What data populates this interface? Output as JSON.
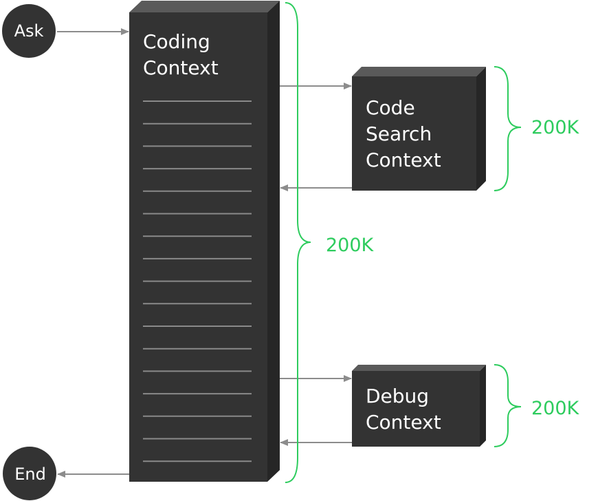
{
  "diagram": {
    "start": {
      "label": "Ask"
    },
    "end": {
      "label": "End"
    },
    "main_context": {
      "lines": [
        "Coding",
        "Context"
      ],
      "entry_count": 17
    },
    "sub_contexts": [
      {
        "id": "code-search",
        "lines": [
          "Code",
          "Search",
          "Context"
        ],
        "capacity": "200K"
      },
      {
        "id": "debug",
        "lines": [
          "Debug",
          "Context"
        ],
        "capacity": "200K"
      }
    ],
    "main_capacity": "200K",
    "colors": {
      "box_front": "#333333",
      "box_top": "#5a5a5a",
      "box_side": "#262626",
      "arrow": "#8c8c8c",
      "brace": "#2ecc5e",
      "text": "#ffffff"
    }
  }
}
